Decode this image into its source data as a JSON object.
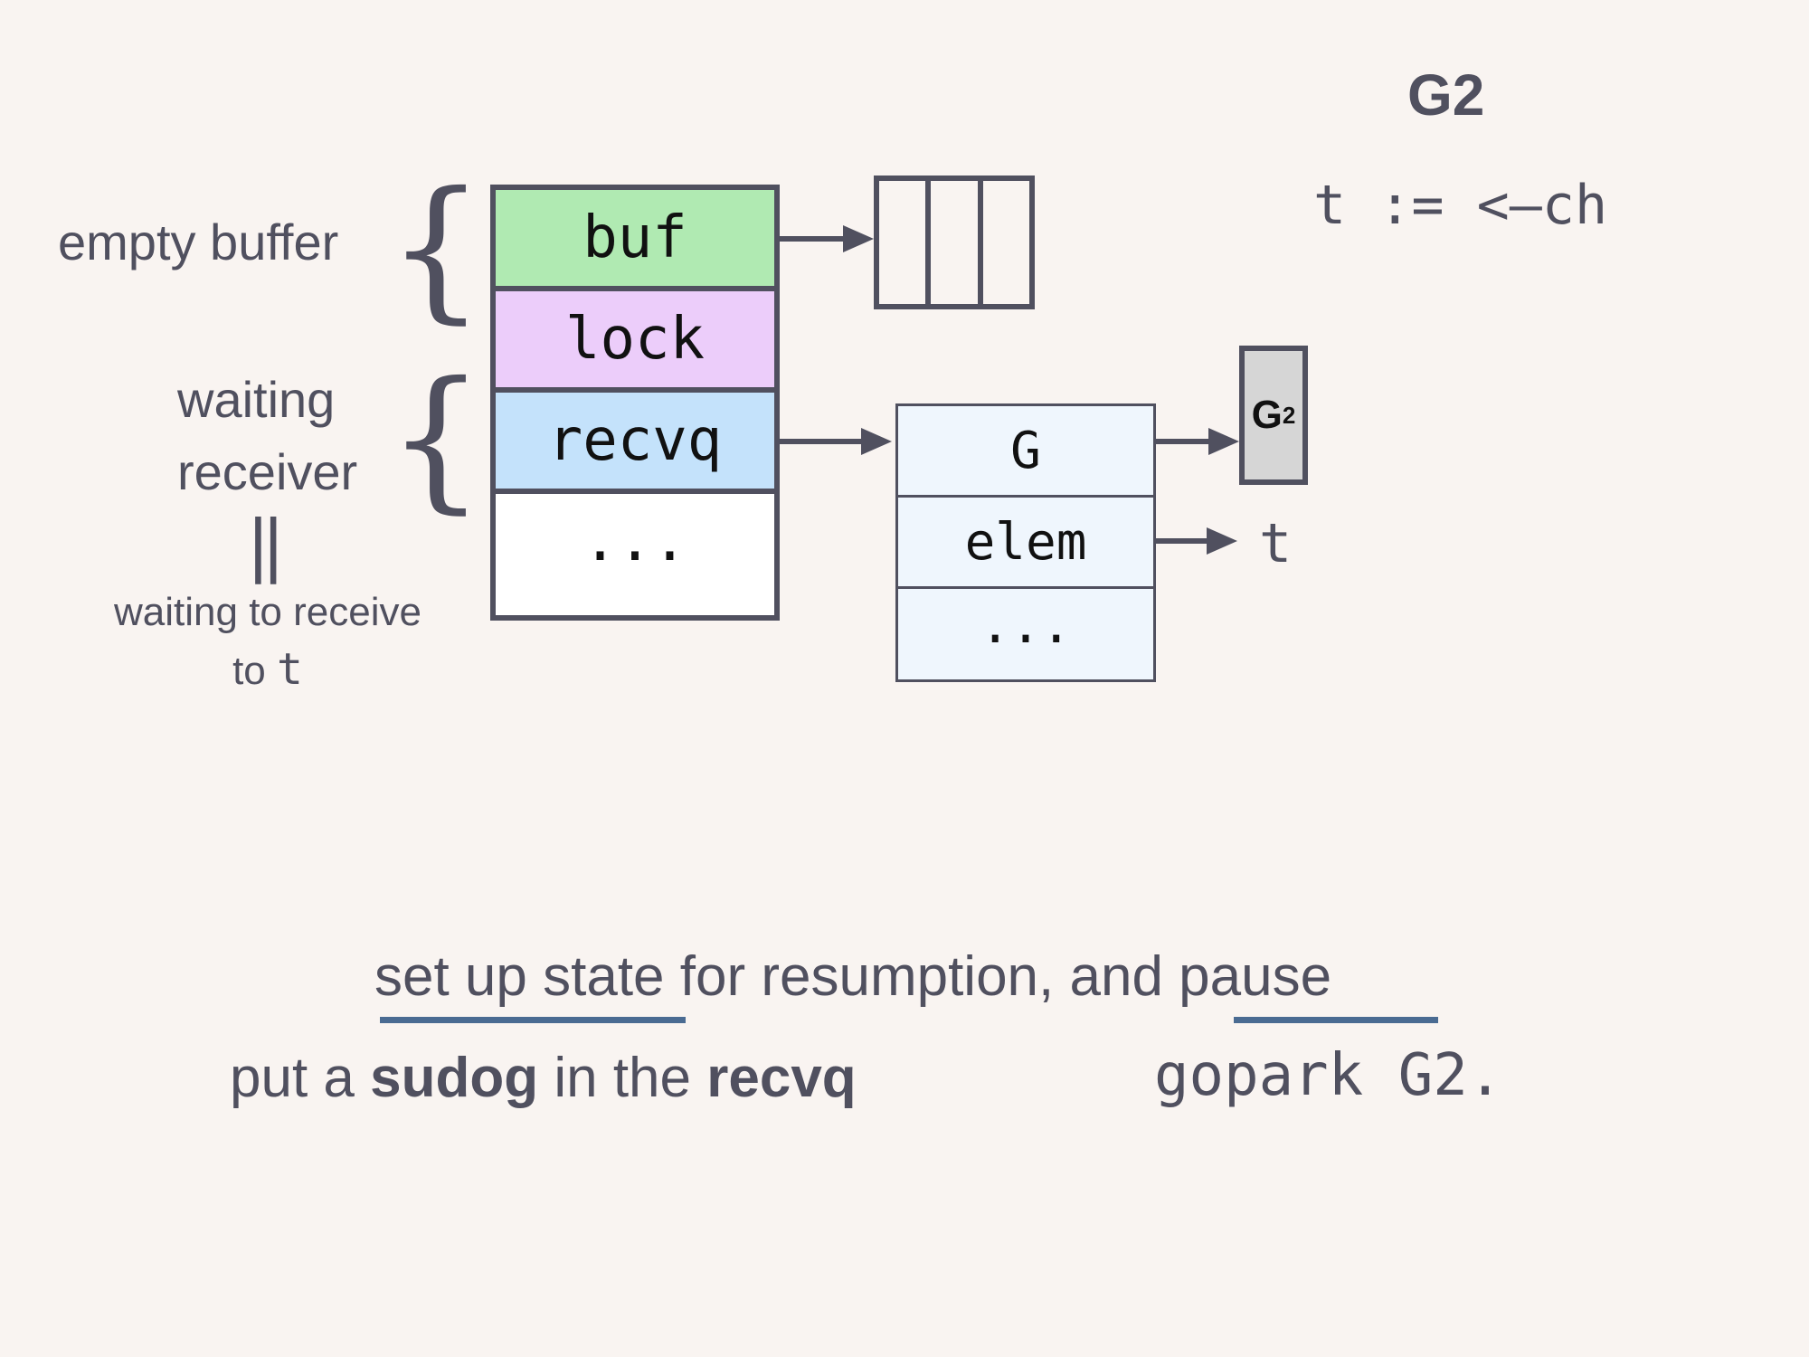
{
  "annotations": {
    "empty_buffer": "empty buffer",
    "waiting": "waiting",
    "receiver": "receiver",
    "equiv": "||",
    "waiting_to_receive": "waiting to receive",
    "to": "to",
    "to_var": "t"
  },
  "hchan": {
    "buf": "buf",
    "lock": "lock",
    "recvq": "recvq",
    "more": "..."
  },
  "sudog": {
    "g": "G",
    "elem": "elem",
    "more": "..."
  },
  "goroutine": {
    "label": "G",
    "sub": "2"
  },
  "elem_target": "t",
  "header": {
    "title": "G2",
    "code": "t := <–ch"
  },
  "bottom": {
    "line1": "set up state for resumption, and pause",
    "line2_pre": "put a ",
    "line2_sudog": "sudog",
    "line2_mid": " in the ",
    "line2_recvq": "recvq",
    "gopark": "gopark G2."
  },
  "colors": {
    "buf": "#b0eab2",
    "lock": "#eccdfa",
    "recvq": "#c4e2fb",
    "more": "#ffffff",
    "sudog": "#eff6fd",
    "g2": "#d6d6d6",
    "underline": "#4a6b92"
  }
}
